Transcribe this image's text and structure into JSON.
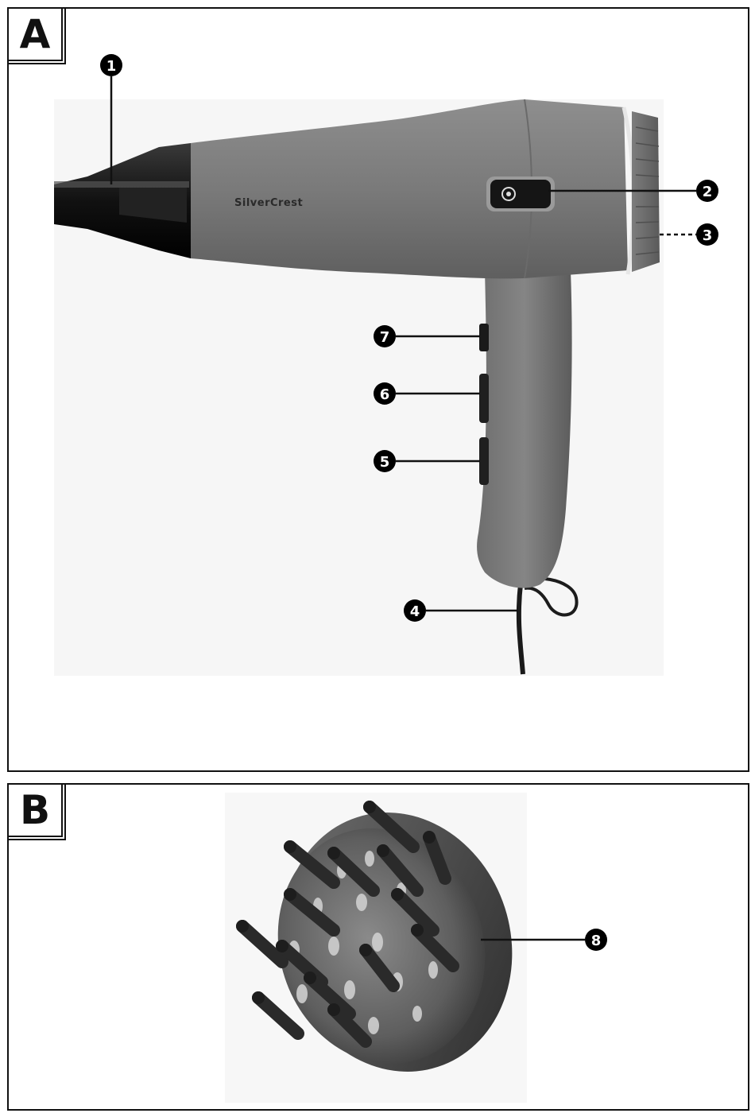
{
  "figure_a": {
    "label": "A",
    "brand": "SilverCrest",
    "callouts": [
      "1",
      "2",
      "3",
      "4",
      "5",
      "6",
      "7"
    ]
  },
  "figure_b": {
    "label": "B",
    "callouts": [
      "8"
    ]
  }
}
